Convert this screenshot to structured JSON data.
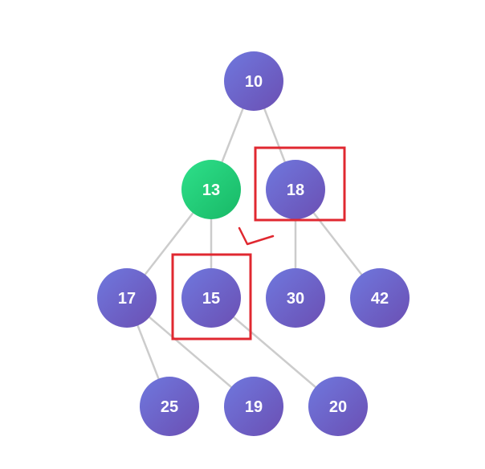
{
  "colors": {
    "edge": "#cccccc",
    "node_purple_start": "#6f78de",
    "node_purple_end": "#6b4fb3",
    "node_green_start": "#2ee08a",
    "node_green_end": "#18b866",
    "highlight": "#e02830"
  },
  "nodes": [
    {
      "id": "n10",
      "label": "10",
      "variant": "purple"
    },
    {
      "id": "n13",
      "label": "13",
      "variant": "green"
    },
    {
      "id": "n18",
      "label": "18",
      "variant": "purple"
    },
    {
      "id": "n17",
      "label": "17",
      "variant": "purple"
    },
    {
      "id": "n15",
      "label": "15",
      "variant": "purple"
    },
    {
      "id": "n30",
      "label": "30",
      "variant": "purple"
    },
    {
      "id": "n42",
      "label": "42",
      "variant": "purple"
    },
    {
      "id": "n25",
      "label": "25",
      "variant": "purple"
    },
    {
      "id": "n19",
      "label": "19",
      "variant": "purple"
    },
    {
      "id": "n20",
      "label": "20",
      "variant": "purple"
    }
  ],
  "edges": [
    [
      "n10",
      "n13"
    ],
    [
      "n10",
      "n18"
    ],
    [
      "n13",
      "n17"
    ],
    [
      "n13",
      "n15"
    ],
    [
      "n18",
      "n30"
    ],
    [
      "n18",
      "n42"
    ],
    [
      "n17",
      "n25"
    ],
    [
      "n17",
      "n19"
    ],
    [
      "n15",
      "n20"
    ]
  ],
  "highlighted_nodes": [
    "n18",
    "n15"
  ]
}
